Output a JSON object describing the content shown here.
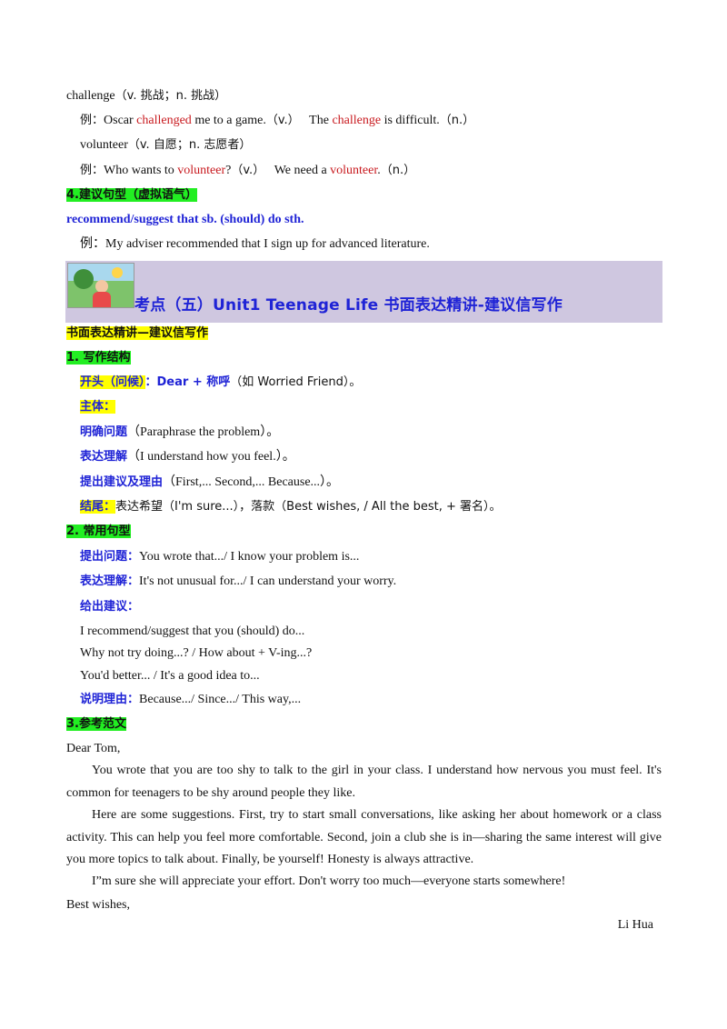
{
  "vocab": [
    {
      "word": "challenge",
      "gloss": "（v. 挑战；n. 挑战）",
      "example": {
        "prefix": "例：",
        "s1_a": "Oscar ",
        "s1_key": "challenged",
        "s1_b": " me to a game.",
        "s1_tag": "（v.）",
        "s2_a": "The ",
        "s2_key": "challenge",
        "s2_b": " is difficult.",
        "s2_tag": "（n.）"
      }
    },
    {
      "word": "volunteer",
      "gloss": "（v. 自愿；n. 志愿者）",
      "example": {
        "prefix": "例：",
        "s1_a": "Who wants to ",
        "s1_key": "volunteer",
        "s1_b": "?",
        "s1_tag": "（v.）",
        "s2_a": "We need a ",
        "s2_key": "volunteer",
        "s2_b": ".",
        "s2_tag": "（n.）"
      }
    }
  ],
  "section4": {
    "heading": "4.建议句型（虚拟语气）",
    "pattern": "recommend/suggest that sb. (should) do sth.",
    "example": "例：My adviser recommended that I sign up for advanced literature."
  },
  "banner": {
    "title": "考点（五）Unit1 Teenage Life 书面表达精讲-建议信写作",
    "image_icon": "cartoon-kids-picture"
  },
  "writing": {
    "heading": "书面表达精讲—建议信写作",
    "structure": {
      "heading": "1. 写作结构",
      "opening_label": "开头（问候）",
      "opening_bold": "：Dear + 称呼",
      "opening_text": "（如  Worried Friend）。",
      "body_label": "主体：",
      "item1_label": "明确问题",
      "item1_text": "（Paraphrase the problem）。",
      "item2_label": "表达理解",
      "item2_text": "（I understand how you feel.）。",
      "item3_label": "提出建议及理由",
      "item3_text": "（First,... Second,... Because...）。",
      "ending_label": "结尾：",
      "ending_text": "表达希望（I'm sure...），落款（Best wishes, / All the best, + 署名）。"
    },
    "sentences": {
      "heading": "2. 常用句型",
      "raise_label": "提出问题：",
      "raise_text": "You wrote that.../ I know your problem is...",
      "understand_label": "表达理解：",
      "understand_text": "It's not unusual for.../ I can understand your worry.",
      "advice_label": "给出建议：",
      "advice_lines": [
        "I recommend/suggest that you (should) do...",
        "Why not try doing...? / How about + V-ing...?",
        "You'd better... / It's a good idea to..."
      ],
      "reason_label": "说明理由：",
      "reason_text": "Because.../ Since.../ This way,..."
    },
    "sample": {
      "heading": "3.参考范文",
      "greeting": "Dear Tom,",
      "p1": "You wrote that you are too shy to talk to the girl in your class. I understand how nervous you must feel. It's common for teenagers to be shy around people they like.",
      "p2": "Here are some suggestions. First, try to start small conversations, like asking her about homework or a class activity. This can help you feel more comfortable. Second, join a club she is in—sharing the same interest will give you more topics to talk about. Finally, be yourself! Honesty is always attractive.",
      "p3": "I”m sure she will appreciate your effort. Don't worry too much—everyone starts somewhere!",
      "closing": "Best wishes,",
      "signature": "Li Hua"
    }
  }
}
